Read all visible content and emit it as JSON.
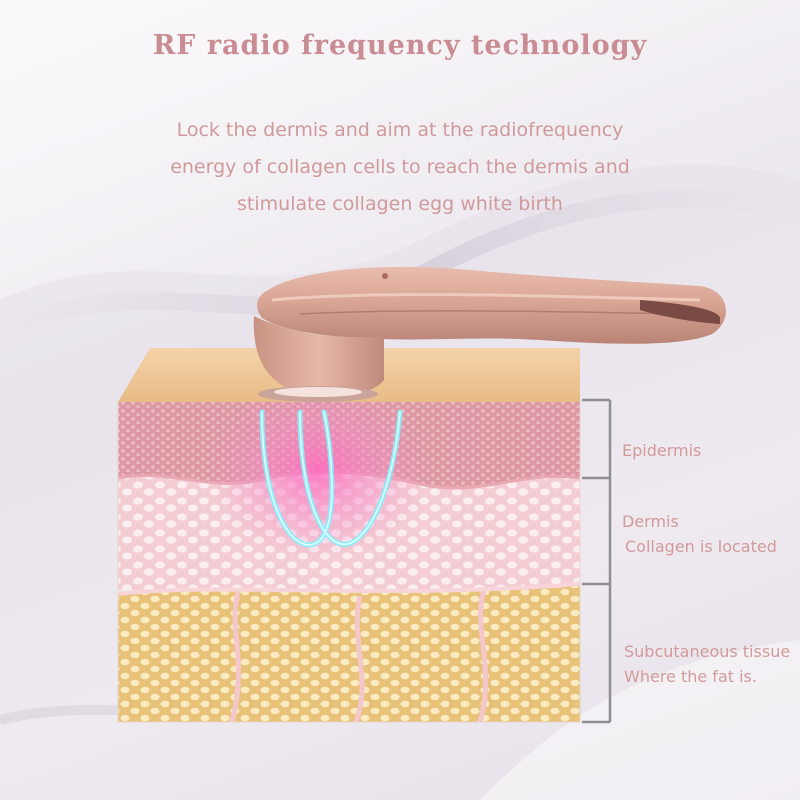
{
  "title": "RF radio frequency technology",
  "description": {
    "line1": "Lock the dermis and aim at the radiofrequency",
    "line2": "energy of collagen cells to reach the dermis and",
    "line3": "stimulate collagen egg white birth"
  },
  "layers": {
    "epidermis": {
      "label": "Epidermis"
    },
    "dermis": {
      "line1": "Dermis",
      "line2": "Collagen is located"
    },
    "subcutaneous": {
      "line1": "Subcutaneous tissue",
      "line2": "Where the fat is."
    }
  },
  "colors": {
    "title": "#c98c92",
    "text": "#cf9a9c",
    "label": "#d29a9a",
    "bracket": "#8e8e93",
    "device": "#d9a99a",
    "rf_wave": "#7ff3ff",
    "epidermis": "#d98a98",
    "dermis": "#f1c4cc",
    "fat": "#ebc77e",
    "top_skin": "#f0c99a"
  }
}
